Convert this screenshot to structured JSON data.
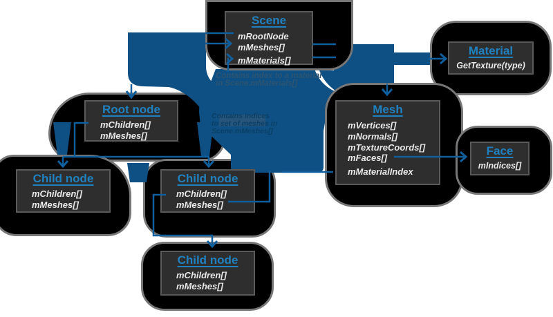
{
  "diagram": {
    "nodes": {
      "scene": {
        "title": "Scene",
        "fields": [
          "mRootNode",
          "mMeshes[]",
          "mMaterials[]"
        ]
      },
      "material": {
        "title": "Material",
        "fields": [
          "GetTexture(type)"
        ]
      },
      "mesh": {
        "title": "Mesh",
        "fields": [
          "mVertices[]",
          "mNormals[]",
          "mTextureCoords[]",
          "mFaces[]",
          "mMaterialIndex"
        ]
      },
      "face": {
        "title": "Face",
        "fields": [
          "mIndices[]"
        ]
      },
      "root_node": {
        "title": "Root node",
        "fields": [
          "mChildren[]",
          "mMeshes[]"
        ]
      },
      "child_node_1": {
        "title": "Child node",
        "fields": [
          "mChildren[]",
          "mMeshes[]"
        ]
      },
      "child_node_2": {
        "title": "Child node",
        "fields": [
          "mChildren[]",
          "mMeshes[]"
        ]
      },
      "child_node_3": {
        "title": "Child node",
        "fields": [
          "mChildren[]",
          "mMeshes[]"
        ]
      }
    },
    "annotations": {
      "material_note": {
        "lines": [
          "Contains index to a material",
          "in Scene.mMaterials[]"
        ]
      },
      "meshes_note": {
        "lines": [
          "Contains indices",
          "to set of meshes in",
          "Scene.mMeshes[]"
        ]
      }
    },
    "colors": {
      "flow_blue": "#0e5083",
      "wire_blue": "#0f5f9e",
      "title_blue": "#2081c0",
      "box_fill": "#2e2e2e",
      "box_border": "#5a5a5a",
      "blob_fill": "#000000",
      "blob_border": "#777777",
      "field_text": "#e8e8e8",
      "note_material_text": "#2d5472",
      "note_meshes_text": "#0a3f66"
    }
  }
}
